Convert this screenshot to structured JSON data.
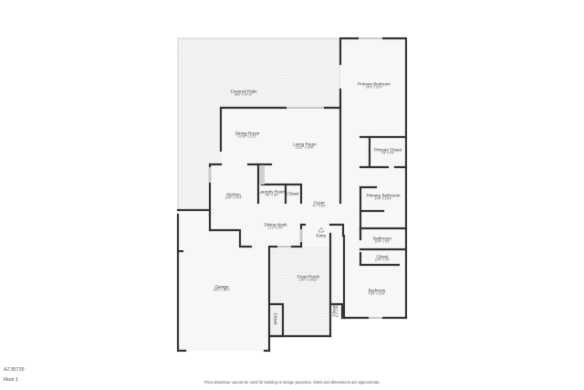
{
  "plan": {
    "floor_label": "Floor 1",
    "address_fragment": "AZ 85739",
    "disclaimer": "Floor plans/tour cannot be used for building or design purposes. Sizes and dimensions are approximate.",
    "colors": {
      "wall": "#333333",
      "window": "#c8c8c8",
      "outdoor_fill": "#f2f2f2",
      "indoor_fill": "#f7f7f7",
      "background": "#ffffff"
    }
  },
  "rooms": [
    {
      "id": "covered-patio",
      "name": "Covered Patio",
      "dims": "38'2\" x 37'11\""
    },
    {
      "id": "primary-bedroom",
      "name": "Primary Bedroom",
      "dims": "14'3\" x 21'4\""
    },
    {
      "id": "dining-room",
      "name": "Dining Room",
      "dims": "10'10\" x 12'1\""
    },
    {
      "id": "living-room",
      "name": "Living Room",
      "dims": "16'11\" x 16'8\""
    },
    {
      "id": "primary-closet",
      "name": "Primary Closet",
      "dims": "7'8\" x 4'4\""
    },
    {
      "id": "kitchen",
      "name": "Kitchen",
      "dims": "10'6\" x 14'3\""
    },
    {
      "id": "laundry-room",
      "name": "Laundry Room",
      "dims": "5'8\" x 3'6\""
    },
    {
      "id": "closet-laundry",
      "name": "Closet",
      "dims": ""
    },
    {
      "id": "foyer",
      "name": "Foyer",
      "dims": "4'7\" x 8'3\""
    },
    {
      "id": "primary-bathroom",
      "name": "Primary Bathroom",
      "dims": "10'0\" x 13'4\""
    },
    {
      "id": "dining-nook",
      "name": "Dining Nook",
      "dims": "11'2\" x 9'9\""
    },
    {
      "id": "entry",
      "name": "Entry",
      "dims": ""
    },
    {
      "id": "bathroom",
      "name": "Bathroom",
      "dims": "10'9\" x 5'3\""
    },
    {
      "id": "closet-bedroom",
      "name": "Closet",
      "dims": "10'9\" x 2'5\""
    },
    {
      "id": "garage",
      "name": "Garage",
      "dims": "20'1\" x 30'1\""
    },
    {
      "id": "front-porch",
      "name": "Front Porch",
      "dims": "10'2\" x 24'11\""
    },
    {
      "id": "bedroom",
      "name": "Bedroom",
      "dims": "13'6\" x 11'8\""
    },
    {
      "id": "closet-garage",
      "name": "Closet",
      "dims": ""
    },
    {
      "id": "closet-porch",
      "name": "Closet",
      "dims": "2'1\" x 4'8\""
    }
  ]
}
